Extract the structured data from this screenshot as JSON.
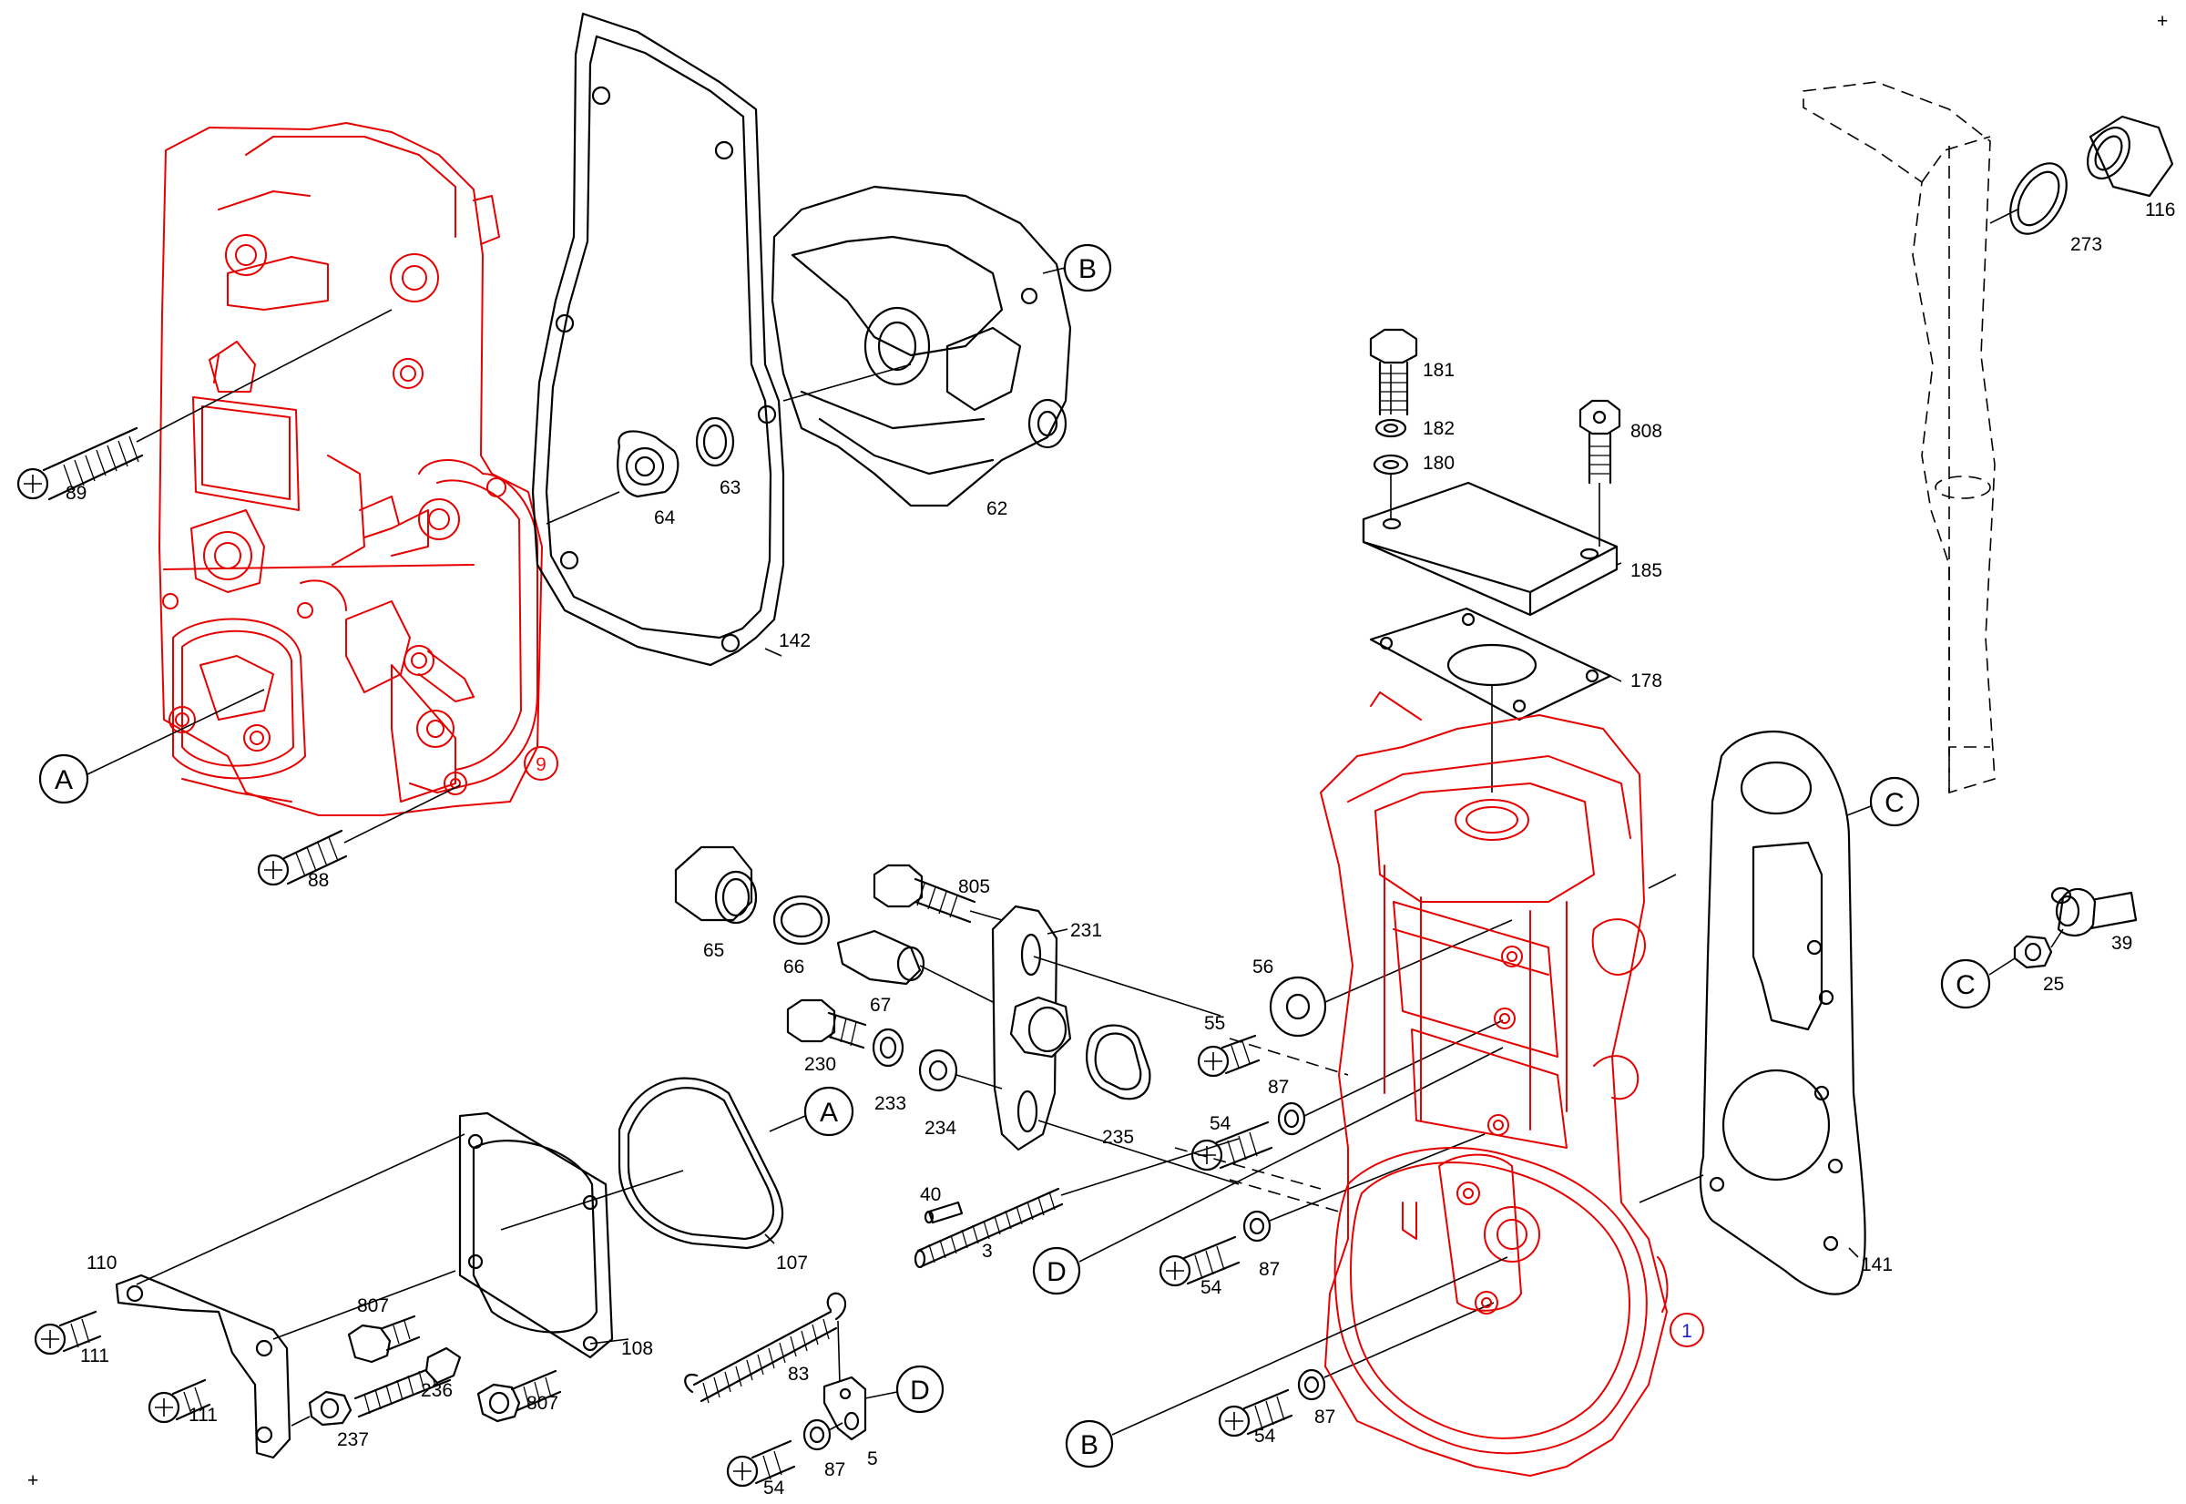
{
  "diagram": {
    "part_labels": {
      "p89": "89",
      "p88": "88",
      "p9": "9",
      "p1": "1",
      "p64": "64",
      "p63": "63",
      "p62": "62",
      "p142": "142",
      "p181": "181",
      "p182": "182",
      "p180": "180",
      "p808": "808",
      "p185": "185",
      "p178": "178",
      "p273": "273",
      "p116": "116",
      "p65": "65",
      "p66": "66",
      "p67": "67",
      "p805": "805",
      "p231": "231",
      "p230": "230",
      "p233": "233",
      "p234": "234",
      "p235": "235",
      "p56": "56",
      "p55": "55",
      "p87a": "87",
      "p54a": "54",
      "p40": "40",
      "p3": "3",
      "p54b": "54",
      "p87b": "87",
      "p54c": "54",
      "p87c": "87",
      "p141": "141",
      "p39": "39",
      "p25": "25",
      "p107": "107",
      "p108": "108",
      "p110": "110",
      "p111a": "111",
      "p111b": "111",
      "p807a": "807",
      "p236": "236",
      "p237": "237",
      "p807b": "807",
      "p83": "83",
      "p5": "5",
      "p87d": "87",
      "p54d": "54"
    },
    "callouts": {
      "a1": "A",
      "a2": "A",
      "b1": "B",
      "b2": "B",
      "c1": "C",
      "c2": "C",
      "d1": "D",
      "d2": "D"
    },
    "corner_marks": {
      "tr": "+",
      "bl": "+"
    },
    "colors": {
      "highlight": "#e60000",
      "line": "#000000",
      "ref_blue": "#1a1ad8"
    }
  }
}
